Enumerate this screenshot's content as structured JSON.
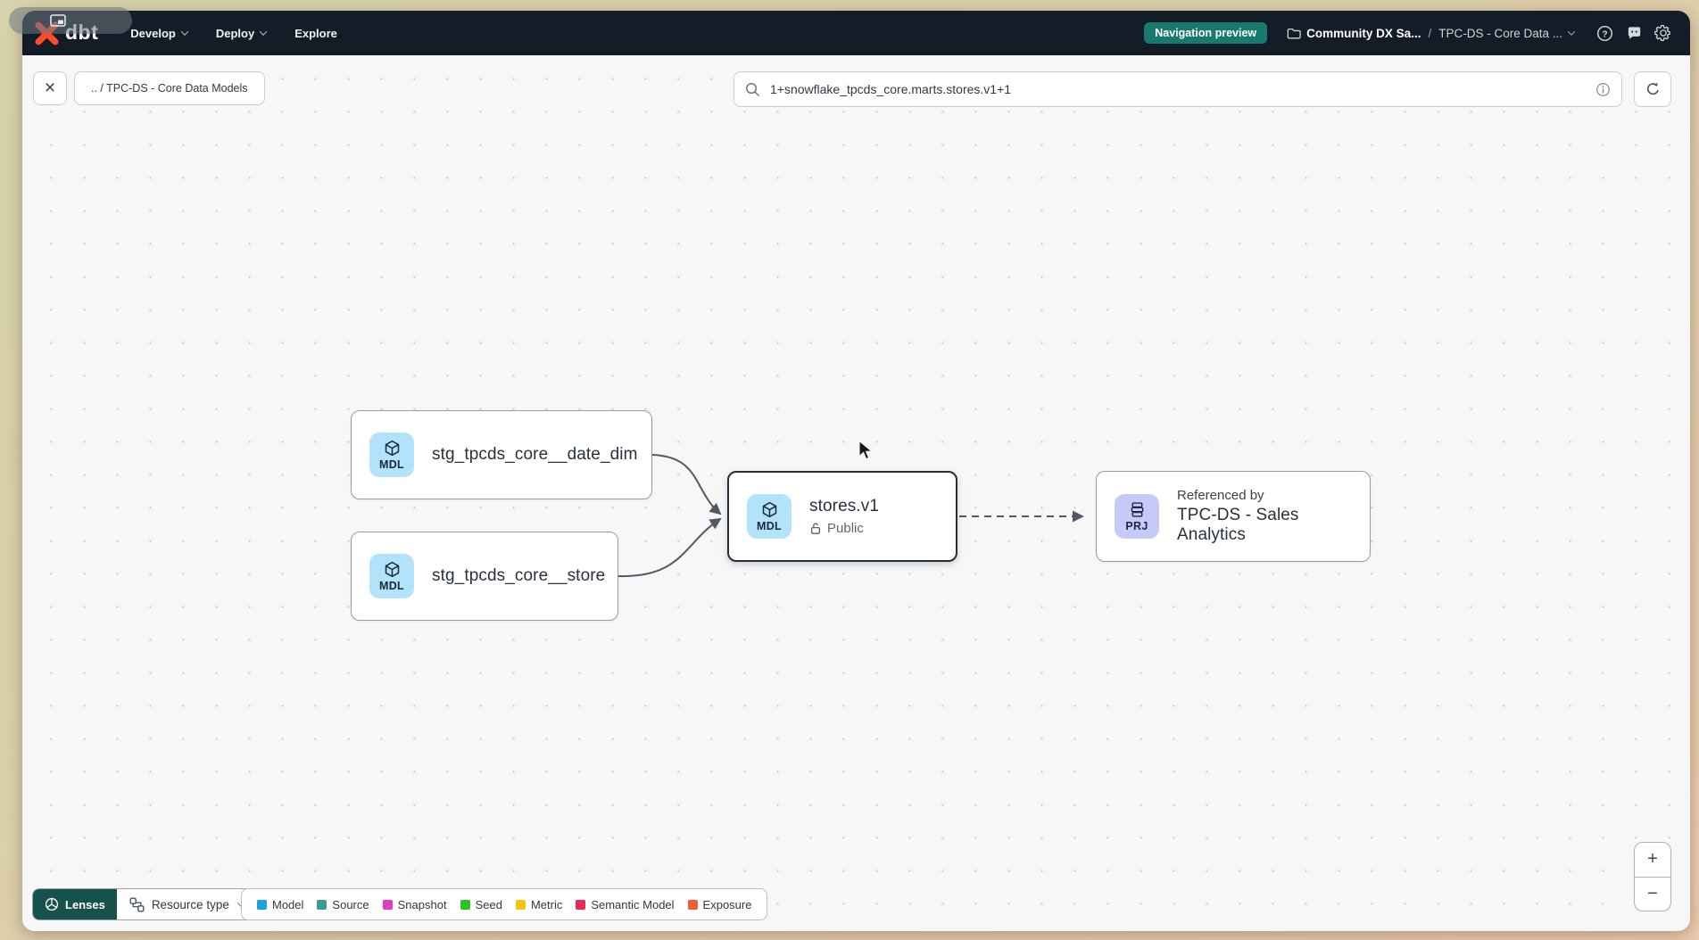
{
  "navbar": {
    "logo_text": "dbt",
    "menus": [
      {
        "label": "Develop"
      },
      {
        "label": "Deploy"
      },
      {
        "label": "Explore"
      }
    ],
    "preview_badge": "Navigation preview",
    "breadcrumb": {
      "project": "Community DX Sa...",
      "separator": "/",
      "context": "TPC-DS - Core Data ..."
    }
  },
  "toolbar": {
    "close_glyph": "×",
    "path_chip": ".. / TPC-DS - Core Data Models",
    "search_value": "1+snowflake_tpcds_core.marts.stores.v1+1"
  },
  "graph": {
    "nodes": [
      {
        "badge": "MDL",
        "label": "stg_tpcds_core__date_dim"
      },
      {
        "badge": "MDL",
        "label": "stg_tpcds_core__store"
      },
      {
        "badge": "MDL",
        "label": "stores.v1",
        "access": "Public"
      },
      {
        "badge": "PRJ",
        "title": "Referenced by",
        "label": "TPC-DS - Sales Analytics"
      }
    ]
  },
  "footer": {
    "lenses_label": "Lenses",
    "resource_type_label": "Resource type",
    "legend": [
      {
        "label": "Model",
        "color": "#1ba1e0"
      },
      {
        "label": "Source",
        "color": "#3e9b94"
      },
      {
        "label": "Snapshot",
        "color": "#e03ec0"
      },
      {
        "label": "Seed",
        "color": "#2bc127"
      },
      {
        "label": "Metric",
        "color": "#f5c50c"
      },
      {
        "label": "Semantic Model",
        "color": "#e8295b"
      },
      {
        "label": "Exposure",
        "color": "#f05c35"
      }
    ]
  },
  "zoom_controls": {
    "zoom_in": "+",
    "zoom_out": "−"
  },
  "colors": {
    "navbar_bg": "#141d27",
    "accent_teal": "#187a6f",
    "brand_orange": "#ff4a2d"
  }
}
